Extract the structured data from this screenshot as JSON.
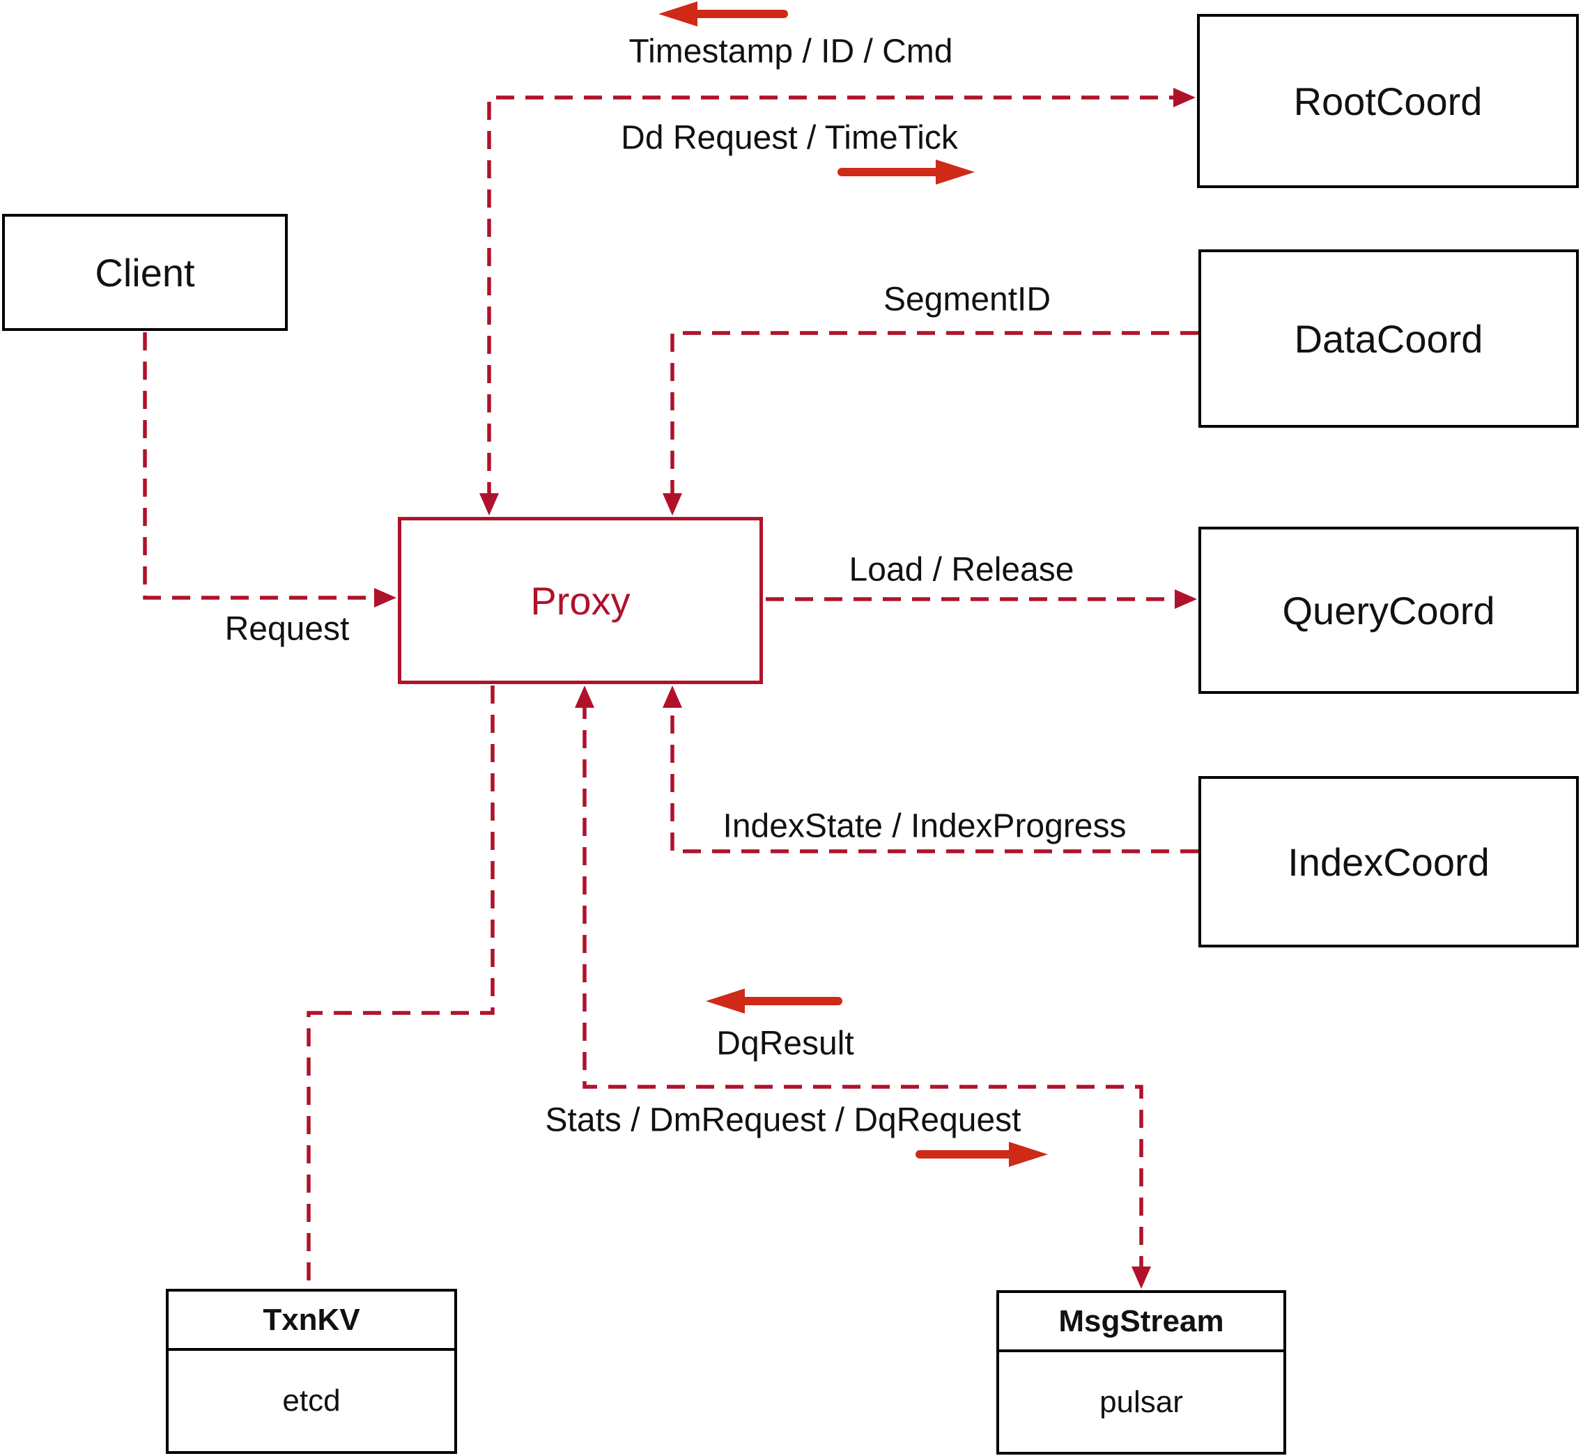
{
  "diagram": {
    "nodes": {
      "client": {
        "label": "Client"
      },
      "root_coord": {
        "label": "RootCoord"
      },
      "data_coord": {
        "label": "DataCoord"
      },
      "query_coord": {
        "label": "QueryCoord"
      },
      "index_coord": {
        "label": "IndexCoord"
      },
      "proxy": {
        "label": "Proxy"
      },
      "txn_kv": {
        "title": "TxnKV",
        "impl": "etcd"
      },
      "msg_stream": {
        "title": "MsgStream",
        "impl": "pulsar"
      }
    },
    "edge_labels": {
      "timestamp": "Timestamp / ID / Cmd",
      "dd_request": "Dd Request / TimeTick",
      "segment_id": "SegmentID",
      "request": "Request",
      "load_release": "Load / Release",
      "index_state": "IndexState / IndexProgress",
      "dq_result": "DqResult",
      "stats": "Stats / DmRequest / DqRequest"
    },
    "colors": {
      "connector": "#b0122b",
      "arrow": "#cf2918",
      "node_border": "#000000",
      "proxy_accent": "#b0122b",
      "text": "#111111",
      "background": "#ffffff"
    }
  }
}
